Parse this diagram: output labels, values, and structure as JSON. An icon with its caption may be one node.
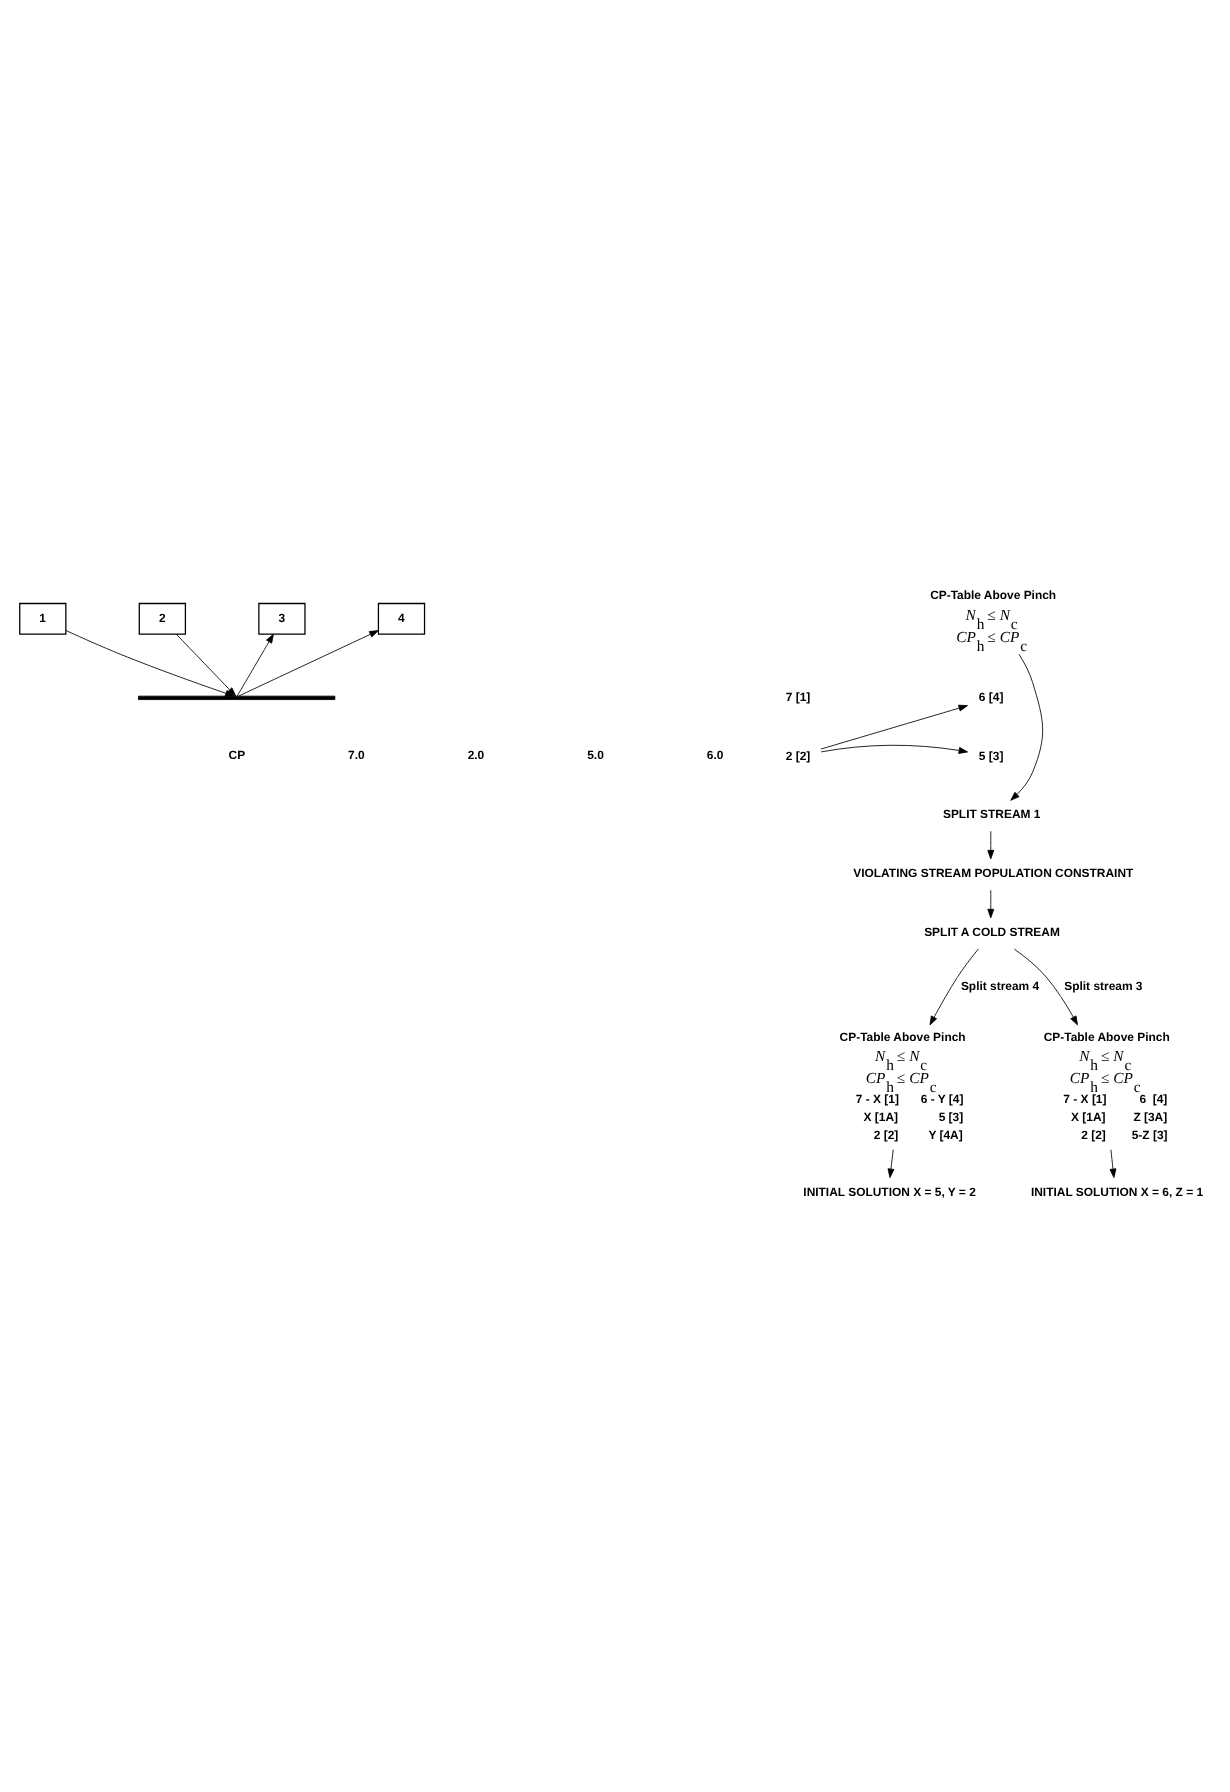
{
  "diagram": {
    "nodes": [
      {
        "text": [
          "1"
        ]
      },
      {
        "text": [
          "2"
        ]
      },
      {
        "text": [
          "3"
        ]
      },
      {
        "text": [
          "4"
        ]
      },
      {
        "text": [],
        "shape": "bar"
      },
      {
        "text": [
          "CP-Table Above Pinch",
          "*N*$_{h}$ ≤ *N*$_{c}$",
          "*CP*$_{h}$ ≤ *CP*$_{c}$"
        ]
      },
      {
        "text": [
          "7 [1]"
        ]
      },
      {
        "text": [
          "2 [2]"
        ]
      },
      {
        "text": [
          "6 [4]"
        ]
      },
      {
        "text": [
          "5 [3]"
        ]
      },
      {
        "text": [
          "SPLIT STREAM 1"
        ]
      },
      {
        "text": [
          "VIOLATING STREAM POPULATION CONSTRAINT"
        ]
      },
      {
        "text": [
          "SPLIT A COLD STREAM"
        ]
      },
      {
        "text": [
          "CP-Table Above Pinch",
          "*N*$_{h}$ ≤ *N*$_{c}$",
          "*CP*$_{h}$ ≤ *CP*$_{c}$",
          "7 - X [1]",
          "6 - Y [4]",
          "X [1A]",
          "5 [3]",
          "2 [2]",
          "Y [4A]"
        ]
      },
      {
        "text": [
          "CP-Table Above Pinch",
          "*N*$_{h}$ ≤ *N*$_{c}$",
          "*CP*$_{h}$ ≤ *CP*$_{c}$",
          "7 - X [1]",
          "6  [4]",
          "X [1A]",
          "Z [3A]",
          "2 [2]",
          "5-Z [3]"
        ]
      },
      {
        "text": [
          "INITIAL SOLUTION X = 5, Y = 2"
        ]
      },
      {
        "text": [
          "INITIAL SOLUTION X = 6, Z = 1"
        ]
      }
    ],
    "edges": [
      {
        "from": 0,
        "to": 4,
        "arrow": "to"
      },
      {
        "from": 1,
        "to": 4,
        "arrow": "to"
      },
      {
        "from": 4,
        "to": 2,
        "arrow": "to"
      },
      {
        "from": 4,
        "to": 3,
        "arrow": "to"
      },
      {
        "from": 7,
        "to": 8,
        "arrow": "to"
      },
      {
        "from": 7,
        "to": 9,
        "arrow": "to"
      },
      {
        "from": 5,
        "to": 10,
        "arrow": "to"
      },
      {
        "from": 10,
        "to": 11,
        "arrow": "to"
      },
      {
        "from": 11,
        "to": 12,
        "arrow": "to"
      },
      {
        "from": 12,
        "to": 13,
        "arrow": "to",
        "label": "Split stream 4"
      },
      {
        "from": 12,
        "to": 14,
        "arrow": "to",
        "label": "Split stream 3"
      },
      {
        "from": 13,
        "to": 15,
        "arrow": "to"
      },
      {
        "from": 14,
        "to": 16,
        "arrow": "to"
      }
    ],
    "labels": [
      "CP",
      "7.0",
      "2.0",
      "5.0",
      "6.0"
    ]
  }
}
